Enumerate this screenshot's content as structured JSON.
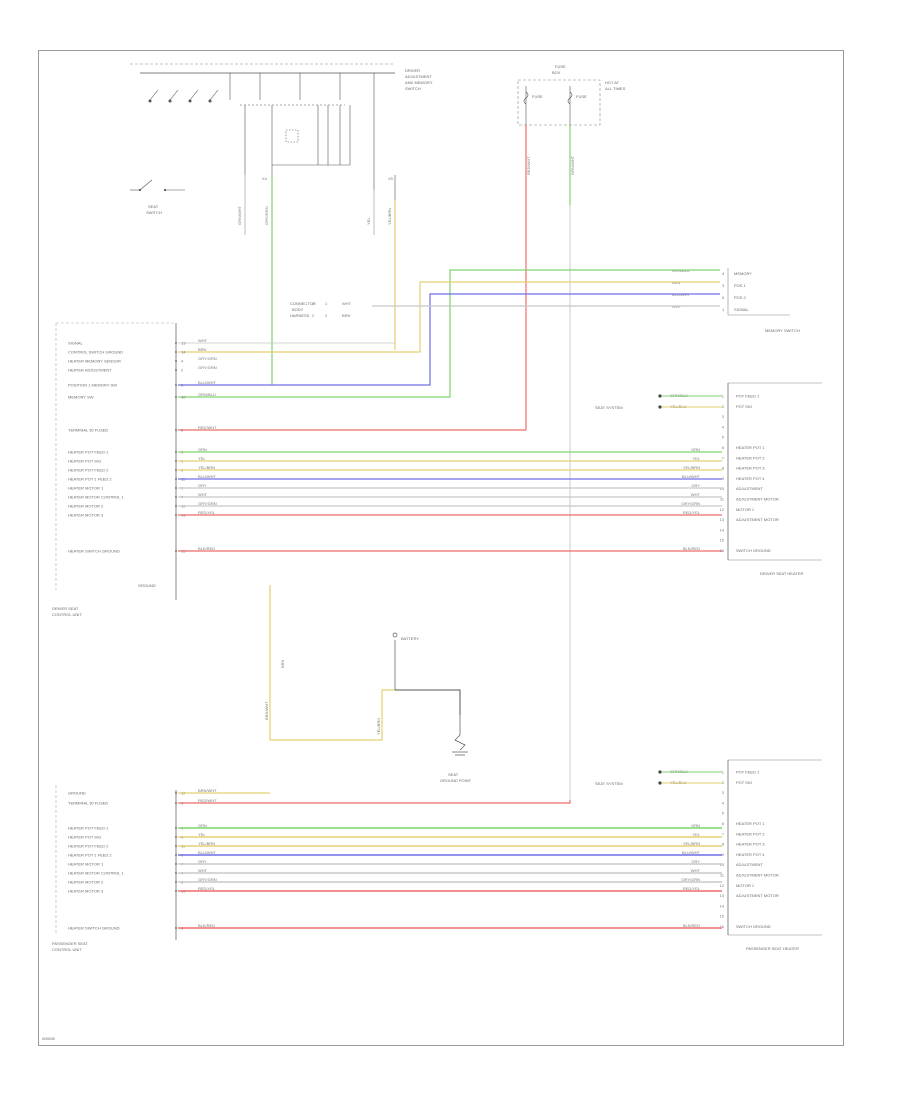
{
  "components": {
    "left_unit_top": {
      "label_lines": [
        "DRIVER SEAT",
        "CONTROL UNIT"
      ],
      "signals": [
        "SIGNAL",
        "CONTROL SWITCH GROUND",
        "HEATER MEMORY SENSOR",
        "HEATER ADJUSTMENT",
        "POSITION 1 MEMORY SW",
        "MEMORY SW",
        "TERMINAL 30 FUSED",
        "HEATER POT FEED 1",
        "HEATER POT SIG",
        "HEATER POT FEED 2",
        "HEATER POT 1 FEED 2",
        "HEATER MOTOR 1",
        "HEATER MOTOR CONTROL 1",
        "HEATER MOTOR 2",
        "HEATER MOTOR 3",
        "HEATER SWITCH GROUND"
      ],
      "pins": [
        "13",
        "14",
        "4",
        "2",
        "8",
        "10",
        "6",
        "3",
        "1",
        "5",
        "11",
        "9",
        "7",
        "12",
        "16",
        "15"
      ],
      "ground_label": "GROUND"
    },
    "left_unit_bottom": {
      "label_lines": [
        "PASSENGER SEAT",
        "CONTROL UNIT"
      ],
      "signals": [
        "GROUND",
        "TERMINAL 30 FUSED",
        "HEATER POT FEED 1",
        "HEATER POT SIG",
        "HEATER POT FEED 2",
        "HEATER POT 1 FEED 2",
        "HEATER MOTOR 1",
        "HEATER MOTOR CONTROL 1",
        "HEATER MOTOR 2",
        "HEATER MOTOR 3",
        "HEATER SWITCH GROUND"
      ],
      "pins": [
        "12",
        "3",
        "1",
        "5",
        "11",
        "9",
        "7",
        "4",
        "8",
        "10",
        "6"
      ]
    },
    "right_heater_top": {
      "label": "DRIVER SEAT HEATER",
      "pins": [
        "1",
        "2",
        "3",
        "4",
        "5",
        "6",
        "7",
        "8",
        "9",
        "10",
        "11",
        "12",
        "13",
        "14",
        "15",
        "16"
      ],
      "labels": [
        "POT FEED 1",
        "POT SIG",
        "",
        "",
        "",
        "HEATER POT 1",
        "HEATER POT 2",
        "HEATER POT 3",
        "HEATER POT 4",
        "ADJUSTMENT",
        "ADJUSTMENT MOTOR",
        "MOTOR 1",
        "ADJUSTMENT MOTOR",
        "",
        "",
        "SWITCH GROUND"
      ],
      "side_label": "SEAT SYSTEM"
    },
    "right_heater_bottom": {
      "label": "PASSENGER SEAT HEATER",
      "pins": [
        "1",
        "2",
        "3",
        "4",
        "5",
        "6",
        "7",
        "8",
        "9",
        "10",
        "11",
        "12",
        "13",
        "14",
        "15",
        "16"
      ],
      "labels": [
        "POT FEED 1",
        "POT SIG",
        "",
        "",
        "",
        "HEATER POT 1",
        "HEATER POT 2",
        "HEATER POT 3",
        "HEATER POT 4",
        "ADJUSTMENT",
        "ADJUSTMENT MOTOR",
        "MOTOR 1",
        "ADJUSTMENT MOTOR",
        "",
        "",
        "SWITCH GROUND"
      ],
      "side_label": "SEAT SYSTEM"
    },
    "memory_switch": {
      "label": "MEMORY SWITCH",
      "pins": [
        "4",
        "3",
        "5",
        "1"
      ],
      "labels": [
        "MEMORY",
        "POS 1",
        "POS 2",
        "SIGNAL"
      ],
      "wires": [
        "GRN/BLU",
        "BRN",
        "BLU/WHT",
        "WHT"
      ]
    },
    "top_switch": {
      "label_lines": [
        "DRIVER",
        "ADJUSTMENT",
        "AND MEMORY",
        "SWITCH"
      ]
    },
    "fuse_box": {
      "label_lines": [
        "FUSE",
        "BOX"
      ],
      "fuse_labels": [
        "FUSE",
        "FUSE"
      ],
      "side_label_lines": [
        "HOT AT",
        "ALL TIMES"
      ]
    },
    "interior_light": {
      "label_lines": [
        "SEAT",
        "SWITCH"
      ]
    },
    "battery": {
      "label": "BATTERY"
    },
    "ground_point": {
      "label_lines": [
        "SEAT",
        "GROUND POINT"
      ]
    },
    "middle_connector": {
      "label_lines": [
        "CONNECTOR",
        "BODY",
        "HARNESS"
      ],
      "pins": [
        "1",
        "2"
      ],
      "wires": [
        "WHT",
        "BRN"
      ]
    }
  },
  "wire_labels": {
    "top_unit": [
      "WHT",
      "BRN",
      "GRY/GRN",
      "GRY/GRN",
      "BLU/WHT",
      "GRN/BLU",
      "RED/WHT",
      "GRN",
      "YEL",
      "YEL/BRN",
      "BLU/WHT",
      "GRY",
      "WHT",
      "GRY/GRN",
      "RED/YEL",
      "BLK/RED"
    ],
    "right_top_end": [
      "GRN",
      "YEL",
      "YEL/BRN",
      "BLU/WHT",
      "GRY",
      "WHT",
      "GRY/GRN",
      "RED/YEL",
      "BLK/RED"
    ],
    "heater_side_top": [
      "GRN/BLU",
      "YEL/BLU"
    ],
    "bottom_unit": [
      "BRN/WHT",
      "RED/WHT",
      "GRN",
      "YEL",
      "YEL/BRN",
      "BLU/WHT",
      "GRY",
      "WHT",
      "GRY/GRN",
      "RED/YEL",
      "BLK/RED"
    ],
    "right_bottom_end": [
      "GRN",
      "YEL",
      "YEL/BRN",
      "BLU/WHT",
      "GRY",
      "WHT",
      "GRY/GRN",
      "RED/YEL",
      "BLK/RED"
    ],
    "heater_side_bottom": [
      "GRN/BLU",
      "YEL/BLU"
    ],
    "vertical": [
      "GRN/WHT",
      "GRY/GRN",
      "YEL",
      "YEL/BRN",
      "RED/WHT",
      "GRN/WHT",
      "BRN/WHT",
      "YEL/BRN",
      "BRN"
    ],
    "short_codes": [
      "1",
      "2",
      "X4",
      "X5"
    ]
  },
  "colors": {
    "green": "#7fd36a",
    "yellow": "#e6cf72",
    "blue": "#6f6fe8",
    "red": "#ef6b6b",
    "gray": "#c8c8c8",
    "black": "#444444",
    "frame": "#9a9a9a"
  },
  "footer": {
    "code": "W0098"
  }
}
